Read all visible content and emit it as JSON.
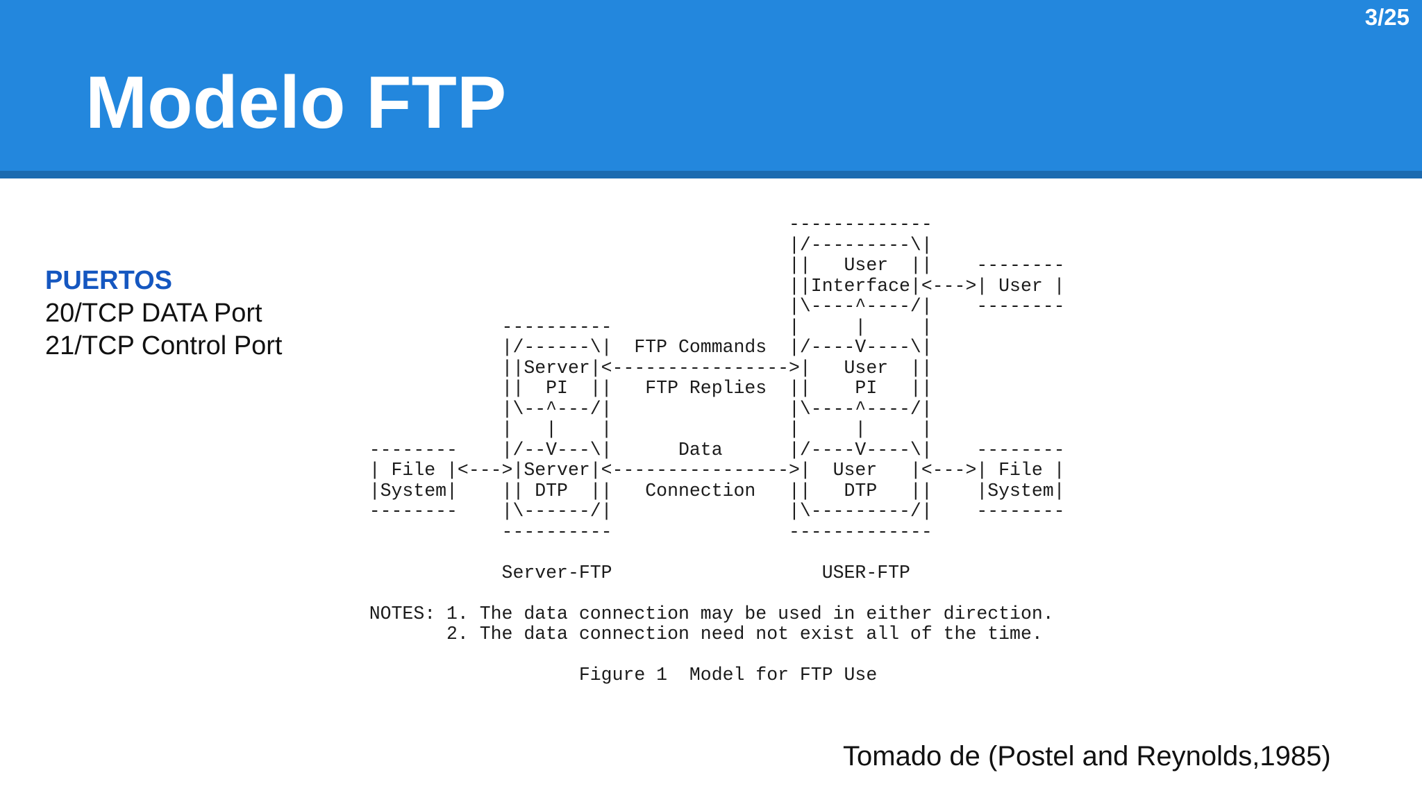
{
  "slide": {
    "number": "3/25",
    "title": "Modelo FTP",
    "colors": {
      "header_bg": "#2387dd",
      "header_rule": "#1c6bb0",
      "heading_accent": "#1557c0"
    }
  },
  "ports": {
    "heading": "PUERTOS",
    "lines": [
      "20/TCP DATA Port",
      "21/TCP Control Port"
    ]
  },
  "diagram": {
    "ascii_figure": "                                         -------------\n                                         |/---------\\|\n                                         ||   User  ||    --------\n                                         ||Interface|<--->| User |\n                                         |\\----^----/|    --------\n               ----------                |     |     |\n               |/------\\|  FTP Commands  |/----V----\\|\n               ||Server|<---------------->|   User  ||\n               ||  PI  ||   FTP Replies  ||    PI   ||\n               |\\--^---/|                |\\----^----/|\n               |   |    |                |     |     |\n   --------    |/--V---\\|      Data      |/----V----\\|    --------\n   | File |<--->|Server|<---------------->|  User   |<--->| File |\n   |System|    || DTP  ||   Connection   ||   DTP   ||    |System|\n   --------    |\\------/|                |\\---------/|    --------\n               ----------                -------------\n\n               Server-FTP                   USER-FTP\n\n   NOTES: 1. The data connection may be used in either direction.\n          2. The data connection need not exist all of the time.\n\n                      Figure 1  Model for FTP Use"
  },
  "credit": "Tomado de (Postel and Reynolds,1985)"
}
